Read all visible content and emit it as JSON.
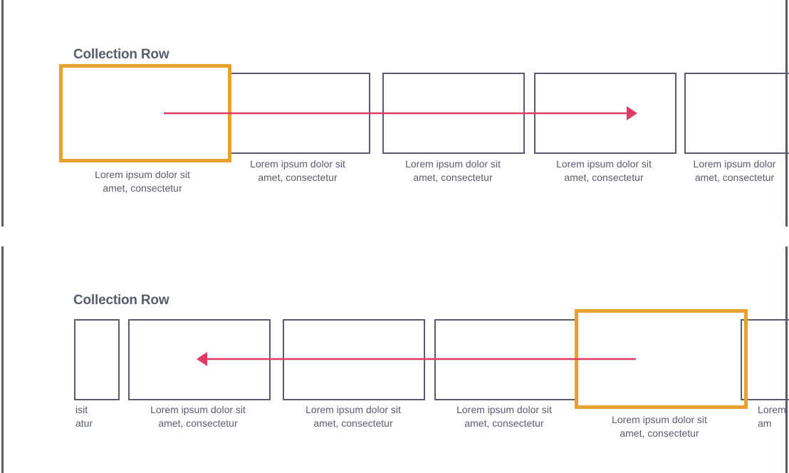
{
  "colors": {
    "line": "#585d6b",
    "text": "#585d6b",
    "focus": "#e8a030",
    "arrow": "#e03a66"
  },
  "rows": [
    {
      "title": "Collection Row",
      "direction": "right",
      "items": [
        {
          "line1": "Lorem ipsum dolor sit",
          "line2": "amet, consectetur",
          "focused": true
        },
        {
          "line1": "Lorem ipsum dolor sit",
          "line2": "amet, consectetur"
        },
        {
          "line1": "Lorem ipsum dolor sit",
          "line2": "amet, consectetur"
        },
        {
          "line1": "Lorem ipsum dolor sit",
          "line2": "amet, consectetur"
        },
        {
          "line1": "Lorem ipsum dolor",
          "line2": "amet, consectetur"
        }
      ]
    },
    {
      "title": "Collection Row",
      "direction": "left",
      "items": [
        {
          "line1": "isit",
          "line2": "atur"
        },
        {
          "line1": "Lorem ipsum dolor sit",
          "line2": "amet, consectetur"
        },
        {
          "line1": "Lorem ipsum dolor sit",
          "line2": "amet, consectetur"
        },
        {
          "line1": "Lorem ipsum dolor sit",
          "line2": "amet, consectetur"
        },
        {
          "line1": "Lorem ipsum dolor sit",
          "line2": "amet, consectetur",
          "focused": true
        },
        {
          "line1": "Lorem",
          "line2": "am"
        }
      ]
    }
  ]
}
